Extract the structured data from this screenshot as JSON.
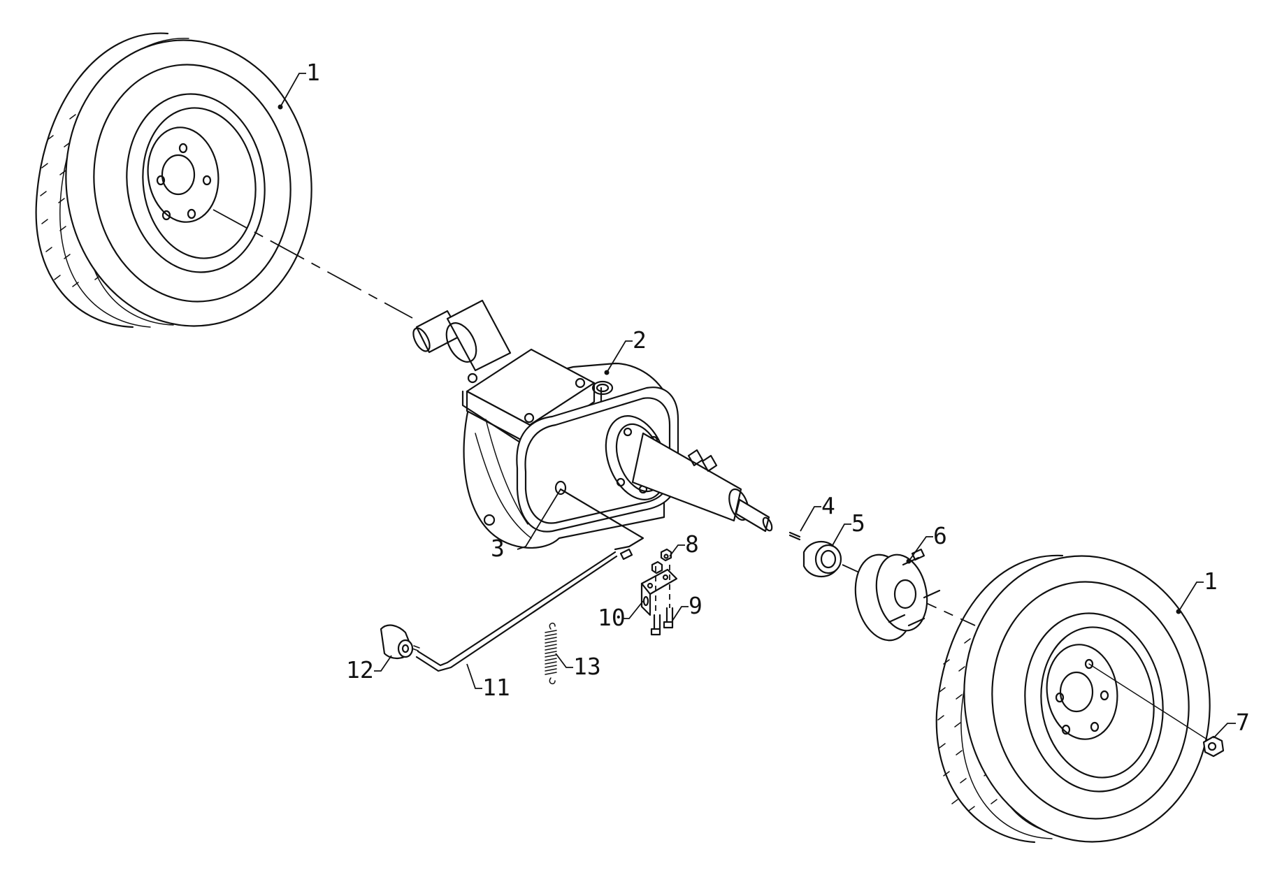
{
  "callouts": {
    "c1a": "1",
    "c1b": "1",
    "c2": "2",
    "c3": "3",
    "c4": "4",
    "c5": "5",
    "c6": "6",
    "c7": "7",
    "c8": "8",
    "c9": "9",
    "c10": "10",
    "c11": "11",
    "c12": "12",
    "c13": "13"
  }
}
